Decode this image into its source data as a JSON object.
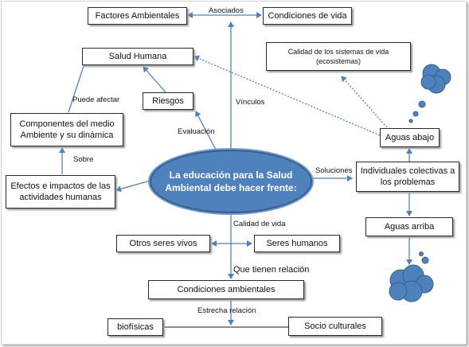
{
  "nodes": {
    "factores_ambientales": "Factores Ambientales",
    "condiciones_de_vida": "Condiciones de vida",
    "salud_humana": "Salud Humana",
    "calidad_sistemas": "Calidad de los sistemas de vida (ecosistemas)",
    "riesgos": "Riesgos",
    "componentes": "Componentes del medio Ambiente y su dinámica",
    "efectos": "Efectos e impactos de las actividades humanas",
    "centro": "La educación para la Salud Ambiental debe hacer frente:",
    "aguas_abajo": "Aguas abajo",
    "individuales": "Individuales colectivas a los problemas",
    "aguas_arriba": "Aguas arriba",
    "otros_seres": "Otros seres vivos",
    "seres_humanos": "Seres humanos",
    "condiciones_ambientales": "Condiciones ambientales",
    "biofisicas": "biofísicas",
    "socio_culturales": "Socio culturales"
  },
  "labels": {
    "asociados": "Asociados",
    "vinculos": "Vínculos",
    "puede_afectar": "Puede afectar",
    "evaluacion": "Evaluación",
    "sobre": "Sobre",
    "soluciones": "Soluciones",
    "calidad_de_vida": "Calidad de vida",
    "que_tienen_relacion": "Que tienen relación",
    "estrecha_relacion": "Estrecha relación"
  },
  "colors": {
    "arrow": "#4f81bd",
    "center_fill": "#4f81bd",
    "cloud_fill": "#4f81bd"
  },
  "icons": [
    "cloud-icon-top",
    "cloud-icon-bottom"
  ]
}
